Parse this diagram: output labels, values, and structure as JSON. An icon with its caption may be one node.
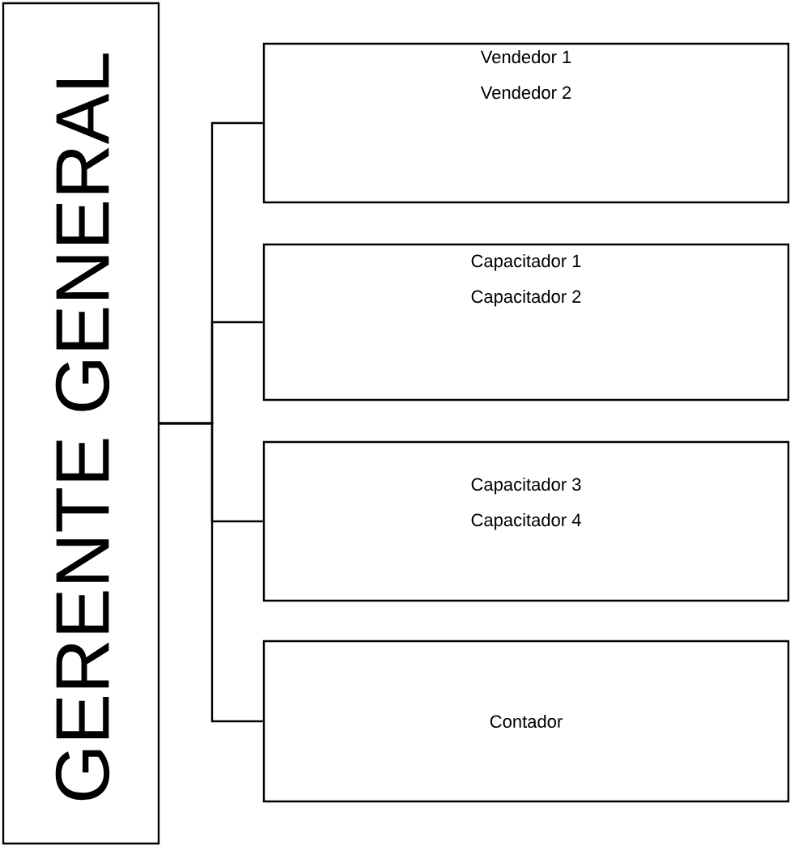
{
  "diagram": {
    "nodes": [
      {
        "text": [
          "GERENTE GENERAL"
        ]
      },
      {
        "text": [
          "Vendedor 1",
          "Vendedor 2"
        ]
      },
      {
        "text": [
          "Capacitador 1",
          "Capacitador 2"
        ]
      },
      {
        "text": [
          "Capacitador 3",
          "Capacitador 4"
        ]
      },
      {
        "text": [
          "Contador"
        ]
      }
    ],
    "edges": [
      {
        "from": 0,
        "to": 1,
        "arrow": "none"
      },
      {
        "from": 0,
        "to": 2,
        "arrow": "none"
      },
      {
        "from": 0,
        "to": 3,
        "arrow": "none"
      },
      {
        "from": 0,
        "to": 4,
        "arrow": "none"
      }
    ]
  }
}
